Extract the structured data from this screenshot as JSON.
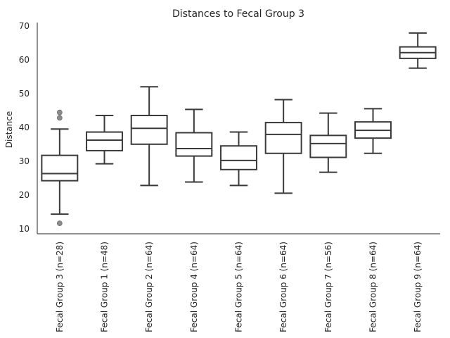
{
  "chart_data": {
    "type": "box",
    "title": "Distances to Fecal Group 3",
    "xlabel": "",
    "ylabel": "Distance",
    "ylim": [
      8.5,
      71
    ],
    "yticks": [
      10,
      20,
      30,
      40,
      50,
      60,
      70
    ],
    "grid": false,
    "legend": "none",
    "colors": {
      "box_edge": "#3a3a3a",
      "box_fill": "#ffffff",
      "outlier": "#8c8c8c",
      "axis": "#262626"
    },
    "categories": [
      "Fecal Group 3 (n=28)",
      "Fecal Group 1 (n=48)",
      "Fecal Group 2 (n=64)",
      "Fecal Group 4 (n=64)",
      "Fecal Group 5 (n=64)",
      "Fecal Group 6 (n=64)",
      "Fecal Group 7 (n=56)",
      "Fecal Group 8 (n=64)",
      "Fecal Group 9 (n=64)"
    ],
    "boxes": [
      {
        "whislo": 14.3,
        "q1": 24.2,
        "med": 26.3,
        "q3": 31.7,
        "whishi": 39.5,
        "fliers": [
          44.4,
          42.8,
          11.6
        ]
      },
      {
        "whislo": 29.2,
        "q1": 33.1,
        "med": 36.2,
        "q3": 38.6,
        "whishi": 43.5,
        "fliers": []
      },
      {
        "whislo": 22.8,
        "q1": 35.0,
        "med": 39.7,
        "q3": 43.5,
        "whishi": 52.0,
        "fliers": []
      },
      {
        "whislo": 23.8,
        "q1": 31.5,
        "med": 33.7,
        "q3": 38.4,
        "whishi": 45.3,
        "fliers": []
      },
      {
        "whislo": 22.8,
        "q1": 27.5,
        "med": 30.2,
        "q3": 34.5,
        "whishi": 38.6,
        "fliers": []
      },
      {
        "whislo": 20.5,
        "q1": 32.3,
        "med": 37.9,
        "q3": 41.4,
        "whishi": 48.2,
        "fliers": []
      },
      {
        "whislo": 26.7,
        "q1": 31.1,
        "med": 35.2,
        "q3": 37.6,
        "whishi": 44.2,
        "fliers": []
      },
      {
        "whislo": 32.3,
        "q1": 36.8,
        "med": 39.1,
        "q3": 41.6,
        "whishi": 45.5,
        "fliers": []
      },
      {
        "whislo": 57.5,
        "q1": 60.4,
        "med": 62.1,
        "q3": 63.8,
        "whishi": 67.9,
        "fliers": []
      }
    ]
  }
}
